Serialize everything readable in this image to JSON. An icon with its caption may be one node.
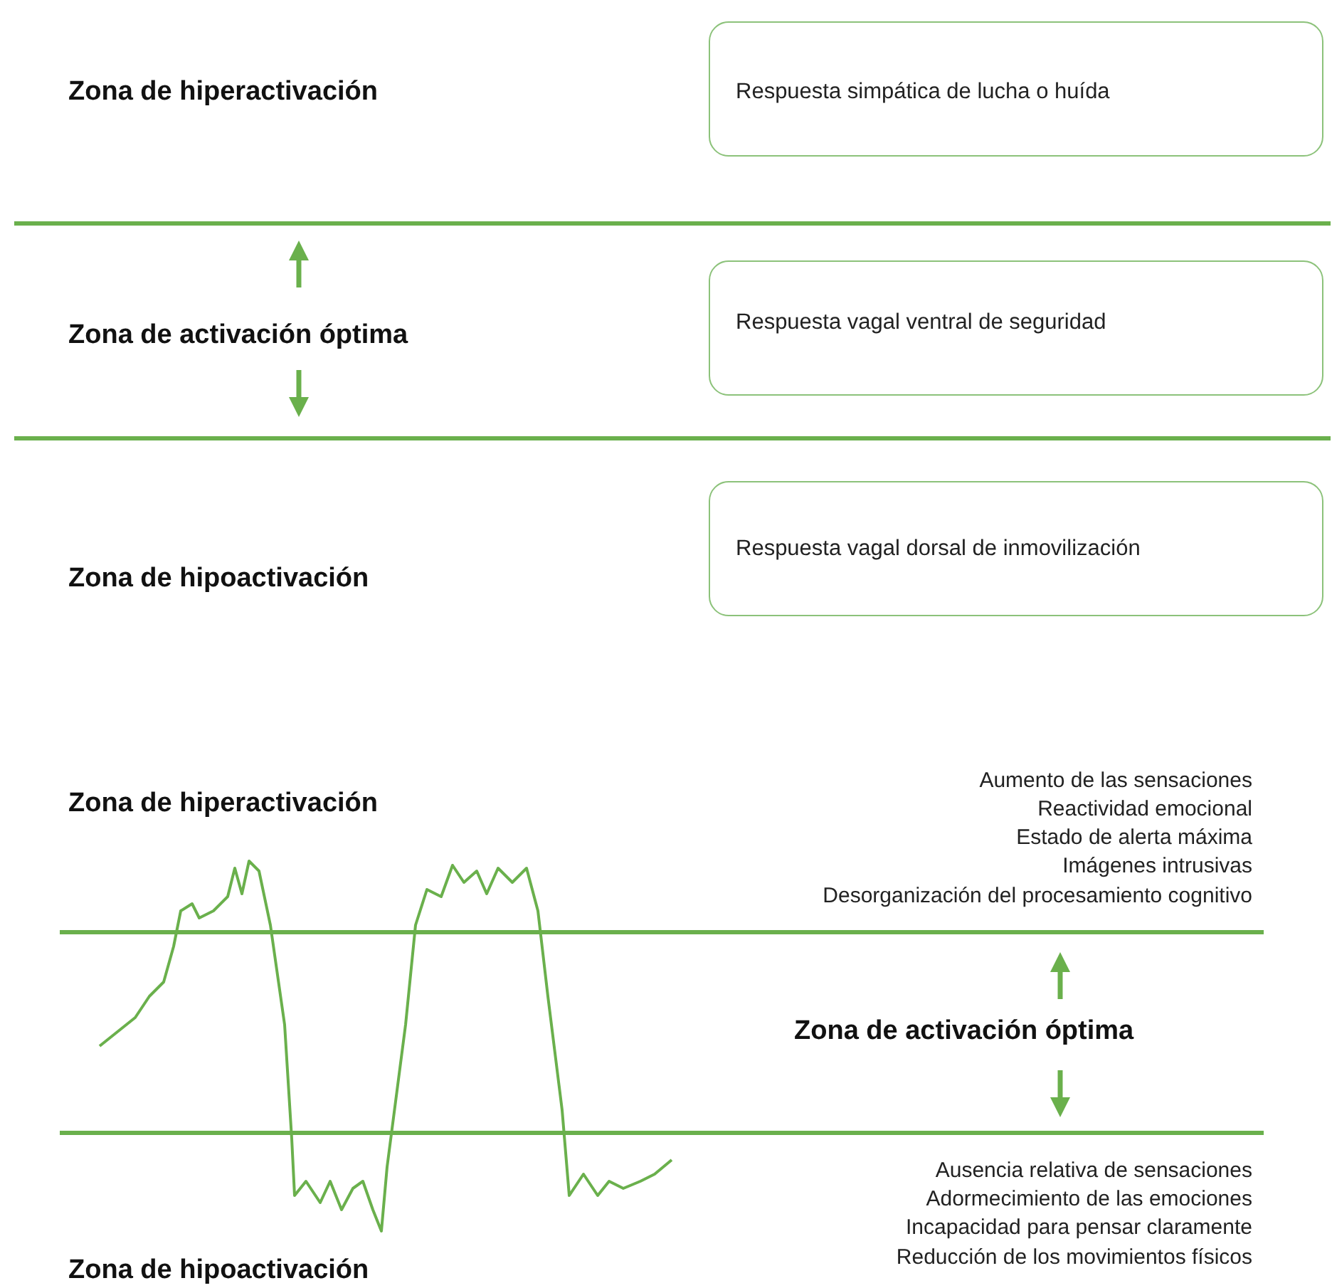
{
  "diagram": {
    "nodes": [
      {
        "text": [
          "Respuesta simpática de lucha o huída"
        ]
      },
      {
        "text": [
          "Respuesta vagal ventral de seguridad"
        ]
      },
      {
        "text": [
          "Respuesta vagal dorsal de inmovilización"
        ]
      }
    ],
    "labels": [
      "Zona de hiperactivación",
      "Zona de activación óptima",
      "Zona de hipoactivación",
      "Zona de hiperactivación",
      "Aumento de las sensaciones",
      "Reactividad emocional",
      "Estado de alerta máxima",
      "Imágenes intrusivas",
      "Desorganización del procesamiento cognitivo",
      "Zona de activación óptima",
      "Ausencia relativa de sensaciones",
      "Adormecimiento de las emociones",
      "Incapacidad para pensar claramente",
      "Reducción de los movimientos físicos",
      "Zona de hipoactivación"
    ]
  }
}
